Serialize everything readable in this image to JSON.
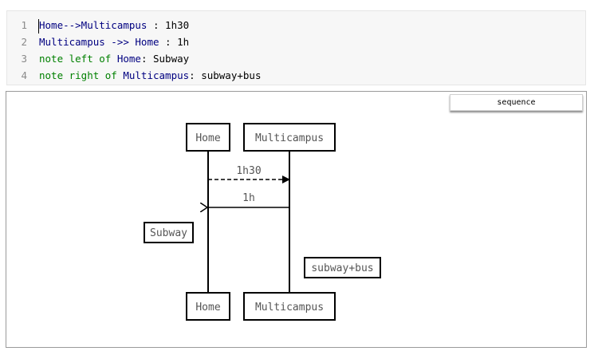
{
  "editor": {
    "lines": [
      {
        "num": "1",
        "parts": [
          {
            "text": "Home-->Multicampus",
            "cls": "kw-ent"
          },
          {
            "text": " : 1h30",
            "cls": "kw-plain"
          }
        ]
      },
      {
        "num": "2",
        "parts": [
          {
            "text": "Multicampus ->> Home",
            "cls": "kw-ent"
          },
          {
            "text": " : 1h",
            "cls": "kw-plain"
          }
        ]
      },
      {
        "num": "3",
        "parts": [
          {
            "text": "note left of ",
            "cls": "kw-note"
          },
          {
            "text": "Home",
            "cls": "kw-ent"
          },
          {
            "text": ": Subway",
            "cls": "kw-plain"
          }
        ]
      },
      {
        "num": "4",
        "parts": [
          {
            "text": "note right of ",
            "cls": "kw-note"
          },
          {
            "text": "Multicampus",
            "cls": "kw-ent"
          },
          {
            "text": ": subway+bus",
            "cls": "kw-plain"
          }
        ]
      }
    ]
  },
  "preview": {
    "mode_label": "sequence"
  },
  "diagram": {
    "actors": {
      "home": "Home",
      "multicampus": "Multicampus"
    },
    "messages": {
      "m1": "1h30",
      "m2": "1h"
    },
    "notes": {
      "left": "Subway",
      "right": "subway+bus"
    }
  },
  "colors": {
    "entity": "#000080",
    "note_keyword": "#008000",
    "line_number": "#8a8a8a"
  }
}
